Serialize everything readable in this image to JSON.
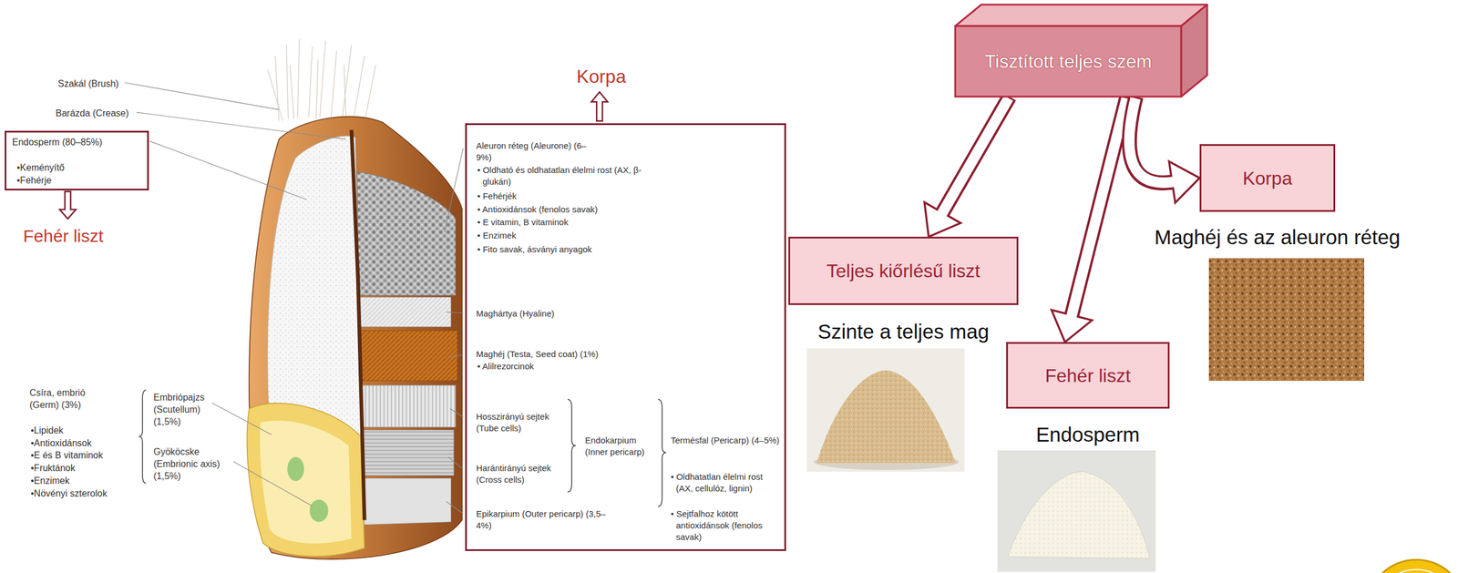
{
  "diagram": {
    "nodes": [
      {
        "text": [
          "Endosperm (80–85%)",
          "•Keményítő",
          "•Fehérje"
        ]
      },
      {
        "text": [
          "Korpa",
          "Aleuron réteg (Aleurone) (6–9%)",
          "• Oldható és oldhatatlan élelmi rost (AX, β-glukán)",
          "• Fehérjék",
          "• Antioxidánsok (fenolos savak)",
          "• E vitamin, B vitaminok",
          "• Enzimek",
          "• Fito savak, ásványi anyagok",
          "Maghártya (Hyaline)",
          "Maghéj (Testa, Seed coat) (1%)",
          "• Alilrezorcinok",
          "Hosszirányú sejtek (Tube cells)",
          "Harántirányú sejtek (Cross cells)",
          "Endokarpium (Inner pericarp)",
          "Termésfal (Pericarp) (4–5%)",
          "• Oldhatatlan élelmi rost (AX, cellulóz, lignin)",
          "• Sejtfalhoz kötött antioxidánsok (fenolos savak)",
          "Epikarpium (Outer pericarp) (3,5–4%)"
        ]
      },
      {
        "text": [
          "Tisztított teljes szem"
        ]
      },
      {
        "text": [
          "Teljes kiőrlésű liszt",
          "Szinte a teljes mag"
        ]
      },
      {
        "text": [
          "Fehér liszt",
          "Endosperm"
        ]
      },
      {
        "text": [
          "Korpa",
          "Maghéj és az aleuron réteg"
        ]
      }
    ],
    "edges": [
      {
        "from": 2,
        "to": 3,
        "arrow": "to"
      },
      {
        "from": 2,
        "to": 4,
        "arrow": "to"
      },
      {
        "from": 2,
        "to": 5,
        "arrow": "to"
      }
    ],
    "labels": [
      "Szakál (Brush)",
      "Barázda (Crease)",
      "Fehér liszt",
      "Csíra, embrió (Germ) (3%)",
      "•Lipidek",
      "•Antioxidánsok",
      "•E és B vitaminok",
      "•Fruktánok",
      "•Enzimek",
      "•Növényi szterolok",
      "Embriópajzs (Scutellum) (1,5%)",
      "Gyököcske (Embrionic axis) (1,5%)"
    ]
  }
}
